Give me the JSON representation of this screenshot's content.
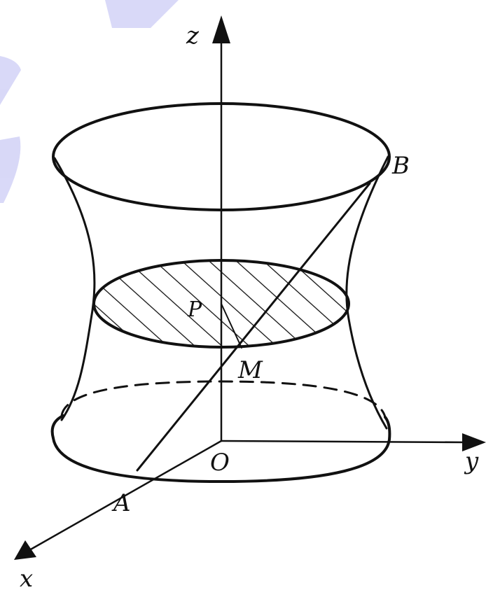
{
  "labels": {
    "z": "z",
    "y": "y",
    "x": "x",
    "o": "O",
    "a": "A",
    "b": "B",
    "m": "M",
    "p": "P"
  },
  "colors": {
    "ink": "#111111",
    "watermark": "#b9b9f2"
  }
}
